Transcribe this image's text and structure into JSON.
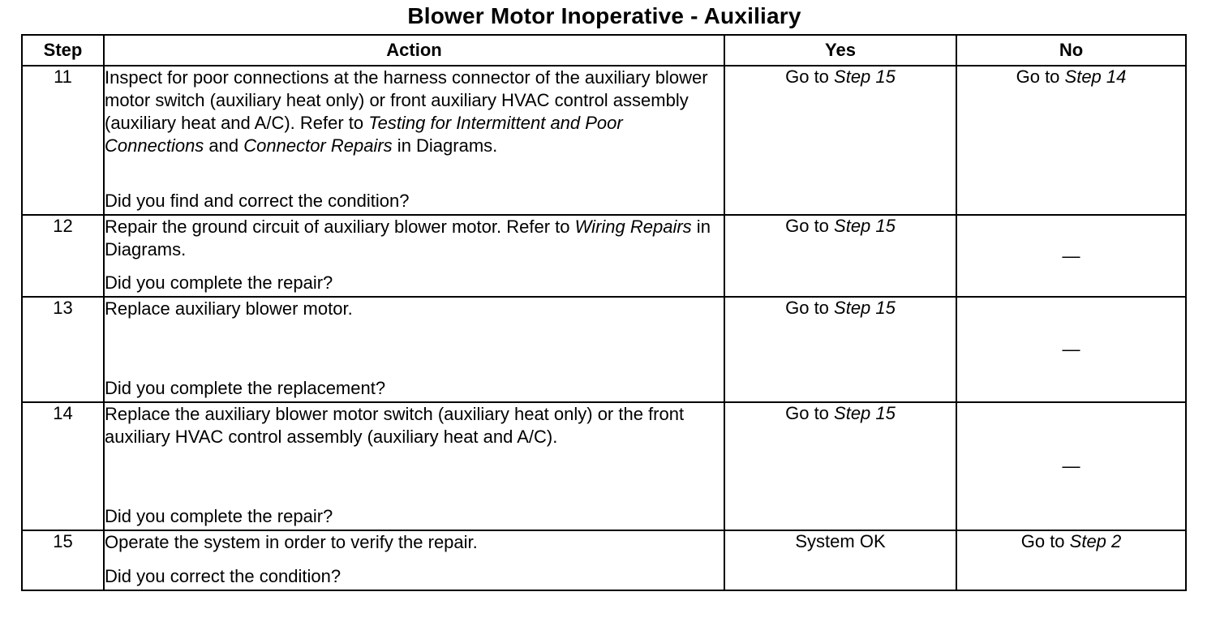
{
  "title": "Blower Motor Inoperative - Auxiliary",
  "columns": {
    "step": "Step",
    "action": "Action",
    "yes": "Yes",
    "no": "No"
  },
  "rows": [
    {
      "step": "11",
      "desc": [
        {
          "text": "Inspect for poor connections at the harness connector of the auxiliary blower motor switch (auxiliary heat only) or front auxiliary HVAC control assembly (auxiliary heat and A/C). Refer to ",
          "italic": false
        },
        {
          "text": "Testing for Intermittent and Poor Connections",
          "italic": true
        },
        {
          "text": " and ",
          "italic": false
        },
        {
          "text": "Connector Repairs",
          "italic": true
        },
        {
          "text": " in Diagrams.",
          "italic": false
        }
      ],
      "question": "Did you find and correct the condition?",
      "yes_prefix": "Go to ",
      "yes_ref": "Step 15",
      "no_prefix": "Go to ",
      "no_ref": "Step 14"
    },
    {
      "step": "12",
      "desc": [
        {
          "text": "Repair the ground circuit of auxiliary blower motor. Refer to ",
          "italic": false
        },
        {
          "text": "Wiring Repairs",
          "italic": true
        },
        {
          "text": " in Diagrams.",
          "italic": false
        }
      ],
      "question": "Did you complete the repair?",
      "yes_prefix": "Go to ",
      "yes_ref": "Step 15",
      "no_prefix": "",
      "no_ref": "—"
    },
    {
      "step": "13",
      "desc": [
        {
          "text": "Replace auxiliary blower motor.",
          "italic": false
        }
      ],
      "question": "Did you complete the replacement?",
      "yes_prefix": "Go to ",
      "yes_ref": "Step 15",
      "no_prefix": "",
      "no_ref": "—"
    },
    {
      "step": "14",
      "desc": [
        {
          "text": "Replace the auxiliary blower motor switch (auxiliary heat only) or the front auxiliary HVAC control assembly (auxiliary heat and A/C).",
          "italic": false
        }
      ],
      "question": "Did you complete the repair?",
      "yes_prefix": "Go to ",
      "yes_ref": "Step 15",
      "no_prefix": "",
      "no_ref": "—"
    },
    {
      "step": "15",
      "desc": [
        {
          "text": "Operate the system in order to verify the repair.",
          "italic": false
        }
      ],
      "question": "Did you correct the condition?",
      "yes_prefix": "System OK",
      "yes_ref": "",
      "no_prefix": "Go to ",
      "no_ref": "Step 2"
    }
  ]
}
